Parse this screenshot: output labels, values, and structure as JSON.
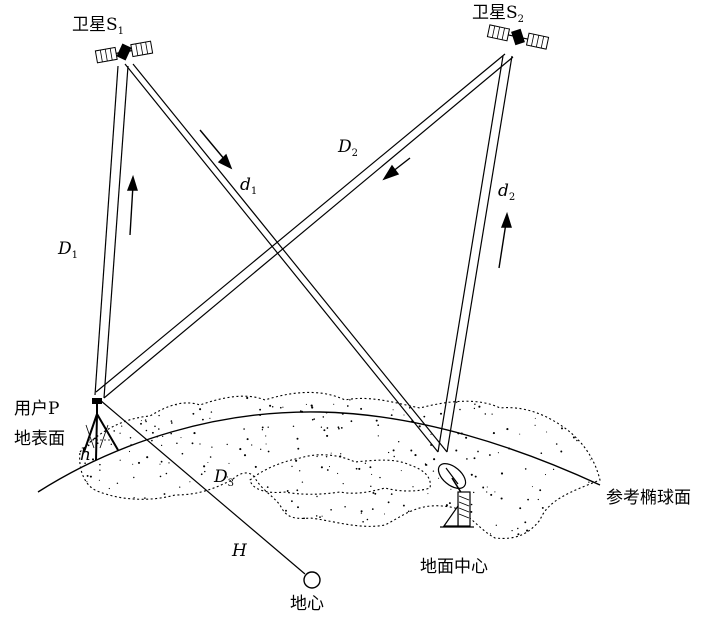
{
  "labels": {
    "satellite1": {
      "text": "卫星S",
      "sub": "1"
    },
    "satellite2": {
      "text": "卫星S",
      "sub": "2"
    },
    "D1": {
      "text": "D",
      "sub": "1"
    },
    "D2": {
      "text": "D",
      "sub": "2"
    },
    "D3": {
      "text": "D",
      "sub": "3"
    },
    "d1": {
      "text": "d",
      "sub": "1"
    },
    "d2": {
      "text": "d",
      "sub": "2"
    },
    "user": "用户P",
    "ground_surface": "地表面",
    "h": "h",
    "H": "H",
    "ground_center": "地面中心",
    "reference_ellipsoid": "参考椭球面",
    "earth_center": "地心"
  },
  "colors": {
    "ink": "#000000",
    "background": "#ffffff"
  },
  "icons": [
    "satellite-icon",
    "tripod-icon",
    "dish-antenna-icon",
    "earth-center-circle-icon"
  ]
}
